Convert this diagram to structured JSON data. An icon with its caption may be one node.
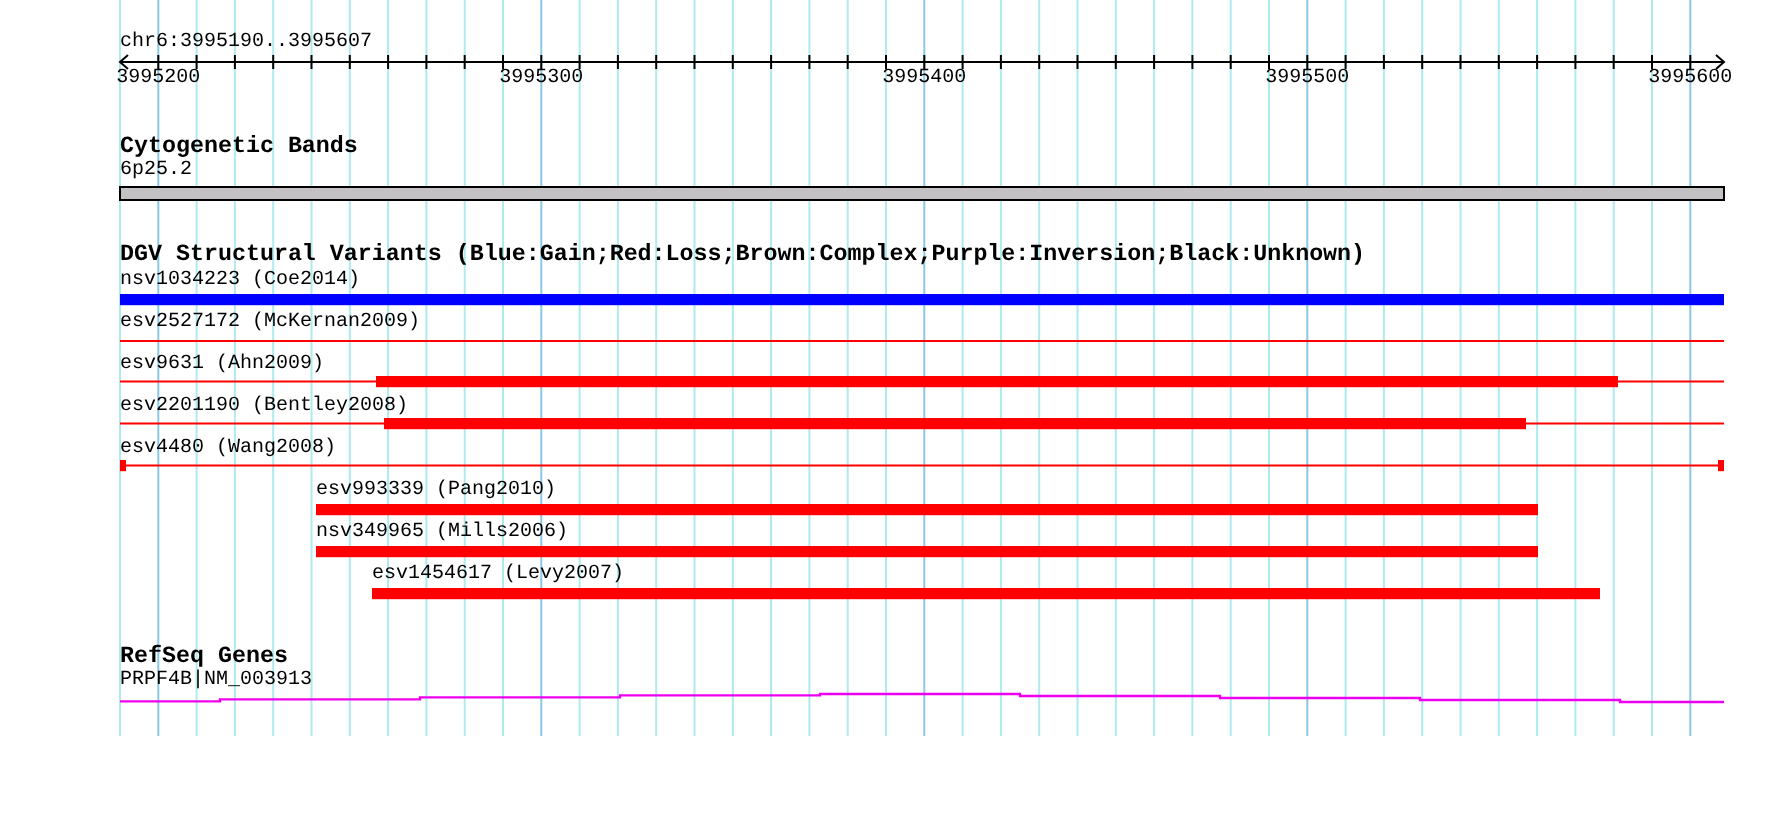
{
  "diagram": {
    "nodes": [
      {
        "text": [
          "6p25.2"
        ]
      },
      {
        "text": [
          "nsv1034223 (Coe2014)"
        ]
      },
      {
        "text": [
          "esv2527172 (McKernan2009)"
        ]
      },
      {
        "text": [
          "esv9631 (Ahn2009)"
        ]
      },
      {
        "text": [
          "esv2201190 (Bentley2008)"
        ]
      },
      {
        "text": [
          "esv4480 (Wang2008)"
        ]
      },
      {
        "text": [
          "esv993339 (Pang2010)"
        ]
      },
      {
        "text": [
          "nsv349965 (Mills2006)"
        ]
      },
      {
        "text": [
          "esv1454617 (Levy2007)"
        ]
      },
      {
        "text": [
          "PRPF4B|NM_003913"
        ]
      }
    ],
    "labels": [
      "chr6:3995190..3995607",
      "3995200",
      "3995300",
      "3995400",
      "3995500",
      "3995600",
      "Cytogenetic Bands",
      "DGV Structural Variants (Blue:Gain;Red:Loss;Brown:Complex;Purple:Inversion;Black:Unknown)",
      "RefSeq Genes"
    ]
  }
}
